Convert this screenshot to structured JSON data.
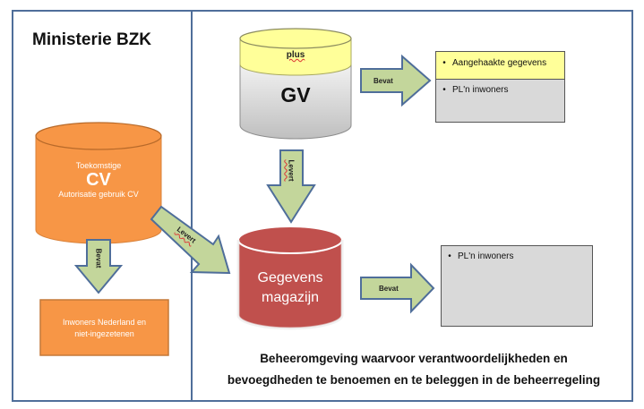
{
  "diagram": {
    "left_panel_title": "Ministerie BZK",
    "cv_cylinder": {
      "line1": "Toekomstige",
      "line2": "CV",
      "line3": "Autorisatie gebruik CV",
      "color": "#f79646"
    },
    "cv_contains_arrow": "Bevat",
    "inhabitants_box": {
      "line1": "Inwoners Nederland en",
      "line2": "niet-ingezetenen",
      "color": "#f79646"
    },
    "cv_delivers_arrow": "Levert",
    "gv_cylinder": {
      "top_label": "plus",
      "label": "GV",
      "top_color": "#ffff99",
      "body_color": "#d9d9d9"
    },
    "gv_contains_arrow": "Bevat",
    "gv_box": {
      "items": [
        "Aangehaakte gegevens",
        "PL'n inwoners"
      ]
    },
    "gv_delivers_arrow": "Levert",
    "warehouse_cylinder": {
      "line1": "Gegevens",
      "line2": "magazijn",
      "color": "#c0504d"
    },
    "warehouse_contains_arrow": "Bevat",
    "warehouse_box": {
      "items": [
        "PL'n inwoners"
      ]
    },
    "caption": {
      "line1": "Beheeromgeving waarvoor verantwoordelijkheden en",
      "line2": "bevoegdheden te benoemen en te beleggen in de beheerregeling"
    },
    "arrow_color": "#c3d69b",
    "frame_color": "#4f6e9a"
  }
}
